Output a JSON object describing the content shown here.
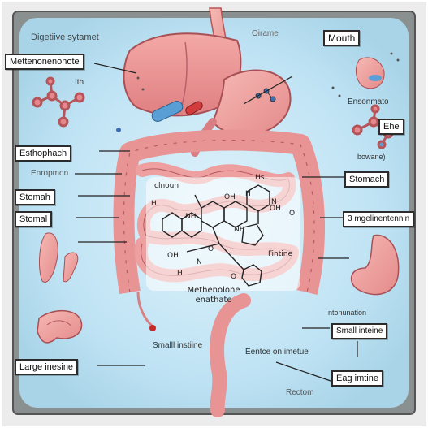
{
  "labels": {
    "title": "Digetiive sytamet",
    "oirame": "Oirame",
    "mouth": "Mouth",
    "mettenone": "Mettenonenohote",
    "ith": "Ith",
    "ensonmato": "Ensonmato",
    "ehe": "Ehe",
    "bowane": "bowane)",
    "esthophach": "Esthophach",
    "enropmon": "Enropmon",
    "stomah": "Stomah",
    "clnouh": "clnouh",
    "stomach": "Stomach",
    "stomal": "Stomal",
    "mgelinentennin": "3 mgelinentennin",
    "methenolone": "Methenolone enathate",
    "fintine": "Fintine",
    "smalll_instiine": "Smalll instiine",
    "ntonunation": "ntonunation",
    "small_inteine": "Small inteine",
    "eentce": "Eentce on imetue",
    "large_inesine": "Large inesine",
    "eag_imtine": "Eag imtine",
    "rectom": "Rectom"
  },
  "molecule_atoms": {
    "a1": "NH",
    "a2": "OH",
    "a3": "H",
    "a4": "N",
    "a5": "NH",
    "a6": "OH",
    "a7": "O",
    "a8": "N",
    "a9": "O",
    "a10": "OH",
    "a11": "H",
    "a12": "H",
    "a13": "Hs",
    "a14": "O"
  }
}
